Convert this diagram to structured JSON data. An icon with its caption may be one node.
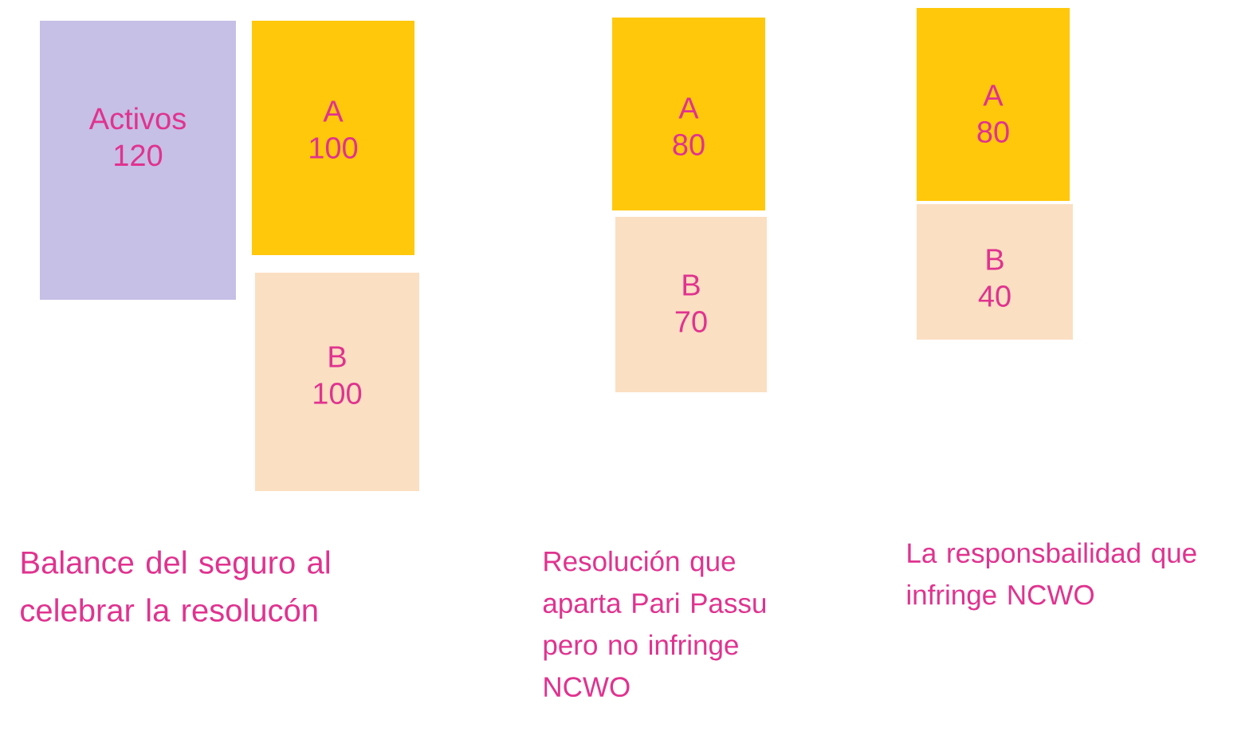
{
  "diagram": {
    "nodes": [
      {
        "text": [
          "Activos",
          "120"
        ]
      },
      {
        "text": [
          "A",
          "100"
        ]
      },
      {
        "text": [
          "B",
          "100"
        ]
      },
      {
        "text": [
          "A",
          "80"
        ]
      },
      {
        "text": [
          "B",
          "70"
        ]
      },
      {
        "text": [
          "A",
          "80"
        ]
      },
      {
        "text": [
          "B",
          "40"
        ]
      }
    ],
    "labels": [
      "Balance del seguro al celebrar la resolucón",
      "Resolución que aparta Pari Passu pero no infringe NCWO",
      "La responsbailidad que infringe NCWO"
    ]
  }
}
